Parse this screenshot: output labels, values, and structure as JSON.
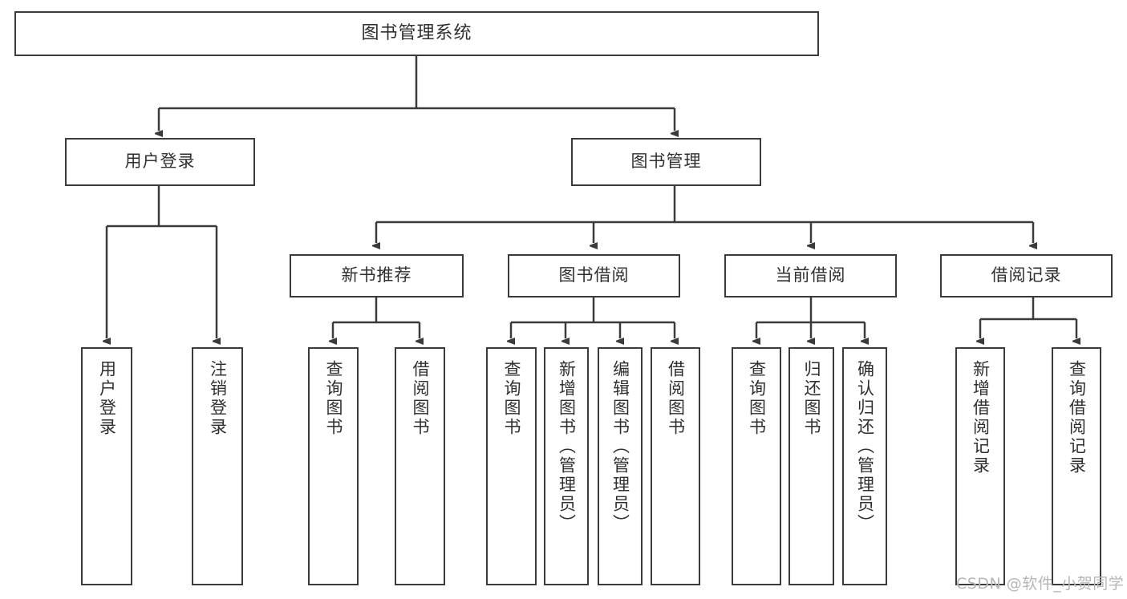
{
  "diagram": {
    "type": "hierarchy-tree",
    "title": "图书管理系统",
    "watermark": "CSDN @软件_小贺同学",
    "colors": {
      "border": "#3b3b3b",
      "text": "#2f2f2f",
      "background": "#ffffff",
      "connector": "#3b3b3b",
      "watermark": "#b6b6b6"
    },
    "nodes": {
      "root": {
        "label": "图书管理系统"
      },
      "level2": [
        {
          "id": "user-login",
          "label": "用户登录"
        },
        {
          "id": "book-management",
          "label": "图书管理"
        }
      ],
      "level3": [
        {
          "id": "new-book-recommend",
          "label": "新书推荐"
        },
        {
          "id": "book-borrow",
          "label": "图书借阅"
        },
        {
          "id": "current-borrow",
          "label": "当前借阅"
        },
        {
          "id": "borrow-record",
          "label": "借阅记录"
        }
      ],
      "leaves": [
        {
          "id": "leaf-user-login",
          "label": "用户登录",
          "parent": "user-login"
        },
        {
          "id": "leaf-logout",
          "label": "注销登录",
          "parent": "user-login"
        },
        {
          "id": "leaf-query-book-1",
          "label": "查询图书",
          "parent": "new-book-recommend"
        },
        {
          "id": "leaf-borrow-book-1",
          "label": "借阅图书",
          "parent": "new-book-recommend"
        },
        {
          "id": "leaf-query-book-2",
          "label": "查询图书",
          "parent": "book-borrow"
        },
        {
          "id": "leaf-add-book",
          "label": "新增图书（管理员）",
          "parent": "book-borrow"
        },
        {
          "id": "leaf-edit-book",
          "label": "编辑图书（管理员）",
          "parent": "book-borrow"
        },
        {
          "id": "leaf-borrow-book-2",
          "label": "借阅图书",
          "parent": "book-borrow"
        },
        {
          "id": "leaf-query-book-3",
          "label": "查询图书",
          "parent": "current-borrow"
        },
        {
          "id": "leaf-return-book",
          "label": "归还图书",
          "parent": "current-borrow"
        },
        {
          "id": "leaf-confirm-return",
          "label": "确认归还（管理员）",
          "parent": "current-borrow"
        },
        {
          "id": "leaf-add-record",
          "label": "新增借阅记录",
          "parent": "borrow-record"
        },
        {
          "id": "leaf-query-record",
          "label": "查询借阅记录",
          "parent": "borrow-record"
        }
      ]
    }
  }
}
